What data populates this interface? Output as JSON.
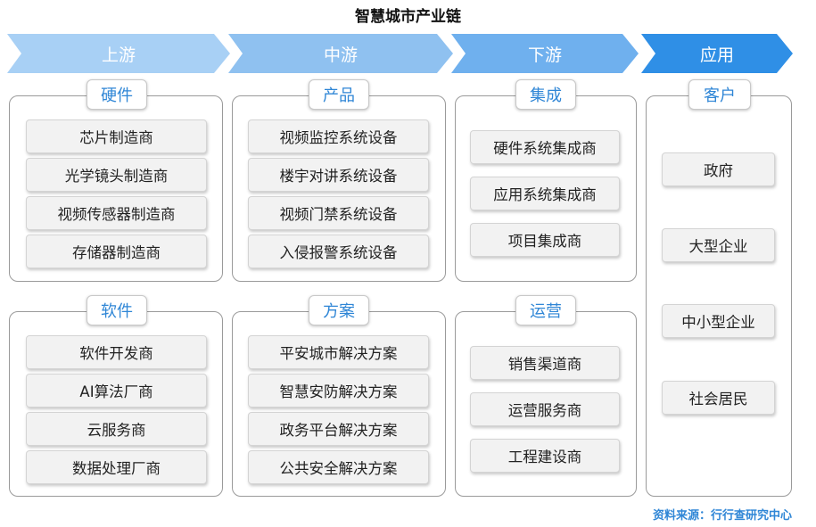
{
  "title": "智慧城市产业链",
  "stages": [
    {
      "label": "上游",
      "color": "#a8d0f5"
    },
    {
      "label": "中游",
      "color": "#8fc1f0"
    },
    {
      "label": "下游",
      "color": "#6fb0ee"
    },
    {
      "label": "应用",
      "color": "#2f8fe6"
    }
  ],
  "groups": {
    "hardware": {
      "label": "硬件",
      "items": [
        "芯片制造商",
        "光学镜头制造商",
        "视频传感器制造商",
        "存储器制造商"
      ]
    },
    "software": {
      "label": "软件",
      "items": [
        "软件开发商",
        "AI算法厂商",
        "云服务商",
        "数据处理厂商"
      ]
    },
    "product": {
      "label": "产品",
      "items": [
        "视频监控系统设备",
        "楼宇对讲系统设备",
        "视频门禁系统设备",
        "入侵报警系统设备"
      ]
    },
    "solution": {
      "label": "方案",
      "items": [
        "平安城市解决方案",
        "智慧安防解决方案",
        "政务平台解决方案",
        "公共安全解决方案"
      ]
    },
    "integration": {
      "label": "集成",
      "items": [
        "硬件系统集成商",
        "应用系统集成商",
        "项目集成商"
      ]
    },
    "operation": {
      "label": "运营",
      "items": [
        "销售渠道商",
        "运营服务商",
        "工程建设商"
      ]
    },
    "customer": {
      "label": "客户",
      "items": [
        "政府",
        "大型企业",
        "中小型企业",
        "社会居民"
      ]
    }
  },
  "source": "资料来源：行行查研究中心"
}
